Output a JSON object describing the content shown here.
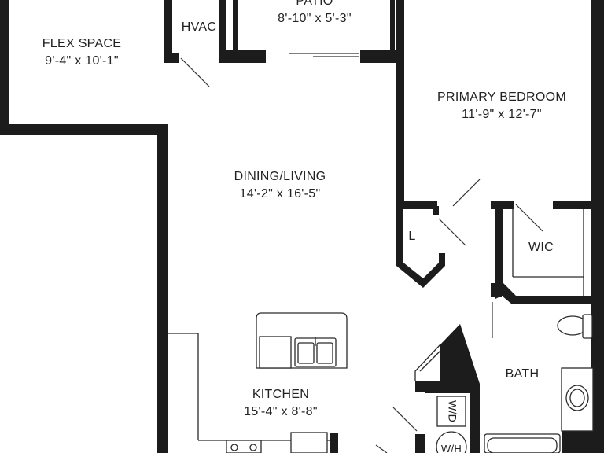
{
  "plan": {
    "colors": {
      "wall": "#1c1c1c",
      "background": "#ffffff",
      "text": "#222222"
    },
    "rooms": {
      "flex_space": {
        "name": "FLEX SPACE",
        "dims": "9'-4\" x 10'-1\""
      },
      "hvac": {
        "name": "HVAC"
      },
      "patio": {
        "name": "PATIO",
        "dims": "8'-10\" x 5'-3\""
      },
      "primary_bedroom": {
        "name": "PRIMARY BEDROOM",
        "dims": "11'-9\" x 12'-7\""
      },
      "dining_living": {
        "name": "DINING/LIVING",
        "dims": "14'-2\" x 16'-5\""
      },
      "linen": {
        "name": "L"
      },
      "wic": {
        "name": "WIC"
      },
      "bath": {
        "name": "BATH"
      },
      "kitchen": {
        "name": "KITCHEN",
        "dims": "15'-4\" x 8'-8\""
      },
      "washer_dryer": {
        "name": "W/D"
      },
      "water_heater": {
        "name": "W/H"
      }
    }
  }
}
